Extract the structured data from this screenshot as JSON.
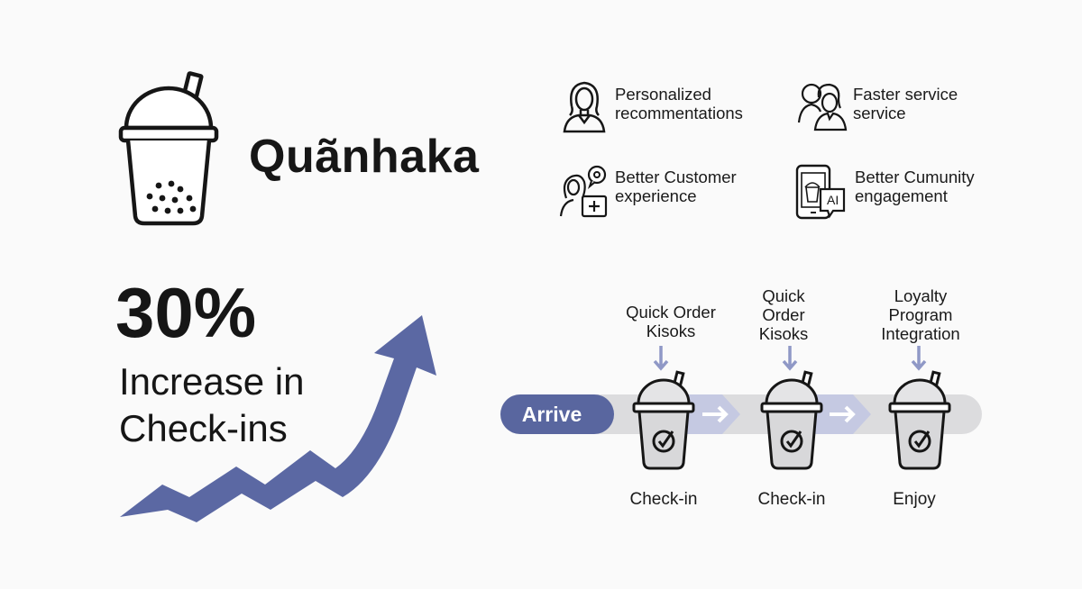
{
  "brand": {
    "name": "Quãnhaka",
    "logo_icon": "bubble-tea-cup-icon"
  },
  "features": [
    {
      "icon": "woman-portrait-icon",
      "text": "Personalized recommentations"
    },
    {
      "icon": "two-people-icon",
      "text": "Faster service service"
    },
    {
      "icon": "person-chat-plus-icon",
      "text": "Better Customer experience"
    },
    {
      "icon": "phone-ai-icon",
      "text": "Better Cumunity engagement"
    }
  ],
  "stat": {
    "value": "30%",
    "label": "Increase in Check-ins"
  },
  "flow": {
    "start_label": "Arrive",
    "steps": [
      {
        "top_label": "Quick Order Kisoks",
        "bottom_label": "Check-in",
        "icon": "cup-check-icon"
      },
      {
        "top_label": "Quick Order Kisoks",
        "bottom_label": "Check-in",
        "icon": "cup-check-icon"
      },
      {
        "top_label": "Loyalty Program Integration",
        "bottom_label": "Enjoy",
        "icon": "cup-check-icon"
      }
    ]
  },
  "colors": {
    "accent": "#59669f",
    "arrow_fill": "#5b68a3",
    "track": "#dcdcde",
    "chevron": "#c5c9e2",
    "down_arrow": "#8f98c6",
    "text": "#161616"
  }
}
